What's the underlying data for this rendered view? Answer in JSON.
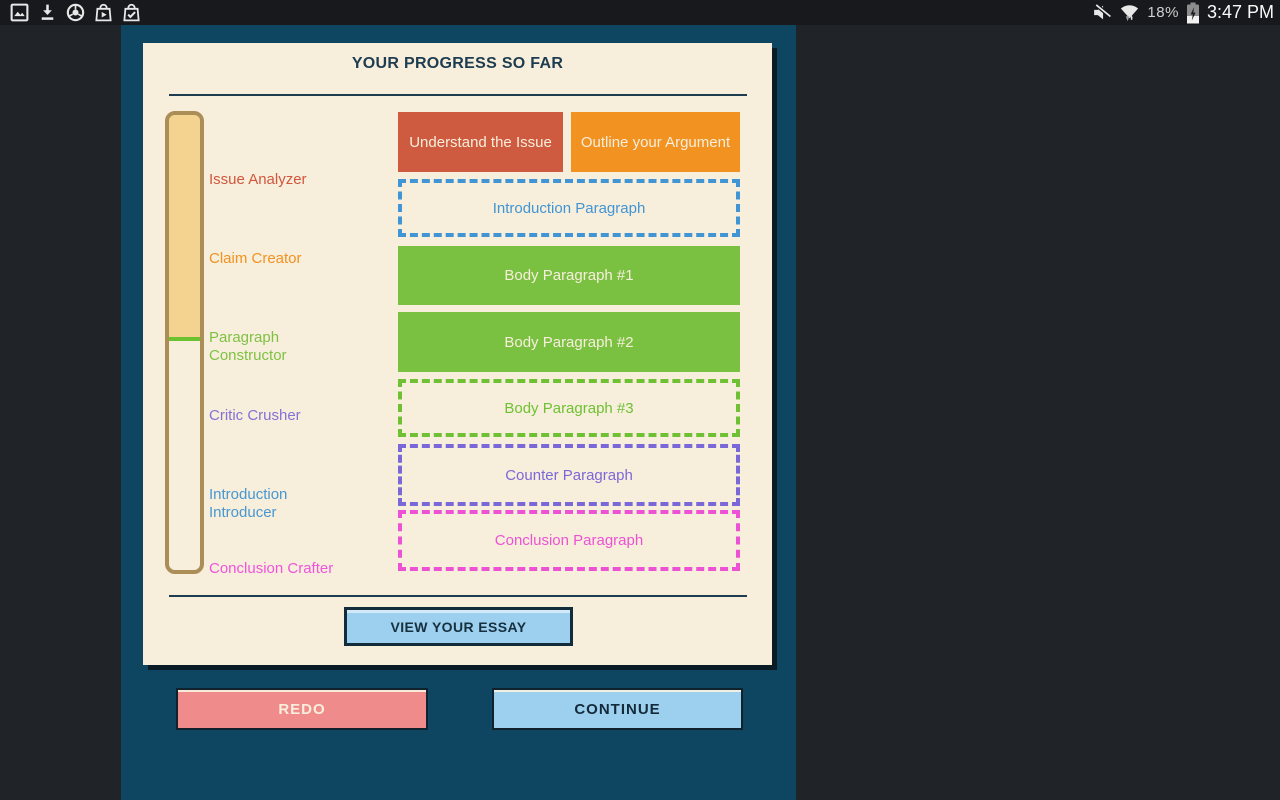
{
  "status_bar": {
    "time": "3:47 PM",
    "battery_percent": "18%",
    "left_icons": [
      "gallery-icon",
      "download-icon",
      "chrome-icon",
      "play-store-icon",
      "shop-check-icon"
    ],
    "right_icons": [
      "mute-icon",
      "wifi-data-icon",
      "battery-charging-icon"
    ]
  },
  "card": {
    "title": "YOUR PROGRESS SO FAR",
    "view_essay_label": "VIEW YOUR ESSAY"
  },
  "stages": [
    {
      "label": "Issue Analyzer",
      "color": "#d0573e"
    },
    {
      "label": "Claim Creator",
      "color": "#f29221"
    },
    {
      "label": "Paragraph Constructor",
      "color": "#7fc243"
    },
    {
      "label": "Critic Crusher",
      "color": "#8571d6"
    },
    {
      "label": "Introduction Introducer",
      "color": "#4797d2"
    },
    {
      "label": "Conclusion Crafter",
      "color": "#f153dd"
    }
  ],
  "blocks": [
    {
      "label": "Understand the Issue",
      "status": "complete",
      "color": "#ce5b40",
      "text_color": "#f7eedb"
    },
    {
      "label": "Outline your Argument",
      "status": "complete",
      "color": "#f29221",
      "text_color": "#f7eedb"
    },
    {
      "label": "Introduction Paragraph",
      "status": "pending",
      "color": "#4295d4"
    },
    {
      "label": "Body Paragraph #1",
      "status": "complete",
      "color": "#7ac142",
      "text_color": "#f7eedb"
    },
    {
      "label": "Body Paragraph #2",
      "status": "complete",
      "color": "#7ac142",
      "text_color": "#f7eedb"
    },
    {
      "label": "Body Paragraph #3",
      "status": "pending",
      "color": "#6fc133"
    },
    {
      "label": "Counter Paragraph",
      "status": "pending",
      "color": "#7b68d8"
    },
    {
      "label": "Conclusion Paragraph",
      "status": "pending",
      "color": "#ee52d4"
    }
  ],
  "progress_bar": {
    "filled_percent": 49,
    "fill_color": "#f4d28f",
    "marker_color": "#6cc12f",
    "border_color": "#ab8d58"
  },
  "footer": {
    "redo_label": "REDO",
    "continue_label": "CONTINUE"
  },
  "colors": {
    "outer_bg": "#202327",
    "statusbar_bg": "#17191c",
    "panel_bg": "#0e4561",
    "card_bg": "#f7eedb",
    "ink": "#1d3c50",
    "redo_bg": "#ef8b8b",
    "continue_bg": "#9cd0ee"
  }
}
